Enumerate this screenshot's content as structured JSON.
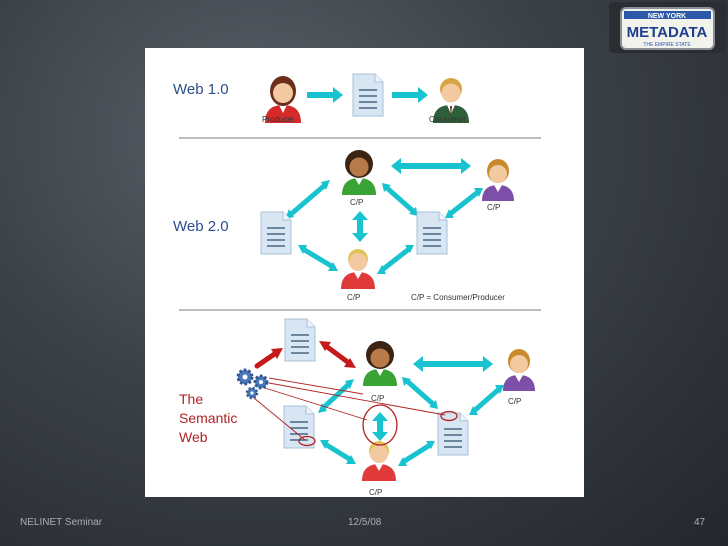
{
  "slide": {
    "web1_title": "Web 1.0",
    "producer_label": "Producer",
    "consumer_label": "Consumer",
    "web2_title": "Web 2.0",
    "cp_label": "C/P",
    "cp_legend": "C/P = Consumer/Producer",
    "semantic_title_lines": [
      "The",
      "Semantic",
      "Web"
    ]
  },
  "logo": {
    "top_text": "NEW YORK",
    "main_text": "METADATA",
    "bottom_text": "THE EMPIRE STATE"
  },
  "footer": {
    "left": "NELINET Seminar",
    "center": "12/5/08",
    "right": "47"
  },
  "colors": {
    "arrow_teal": "#17c3cf",
    "arrow_red": "#c41a1a",
    "accent_red": "#b22222",
    "title_blue": "#2a4f8a",
    "doc_blue": "#d8e6f3"
  }
}
